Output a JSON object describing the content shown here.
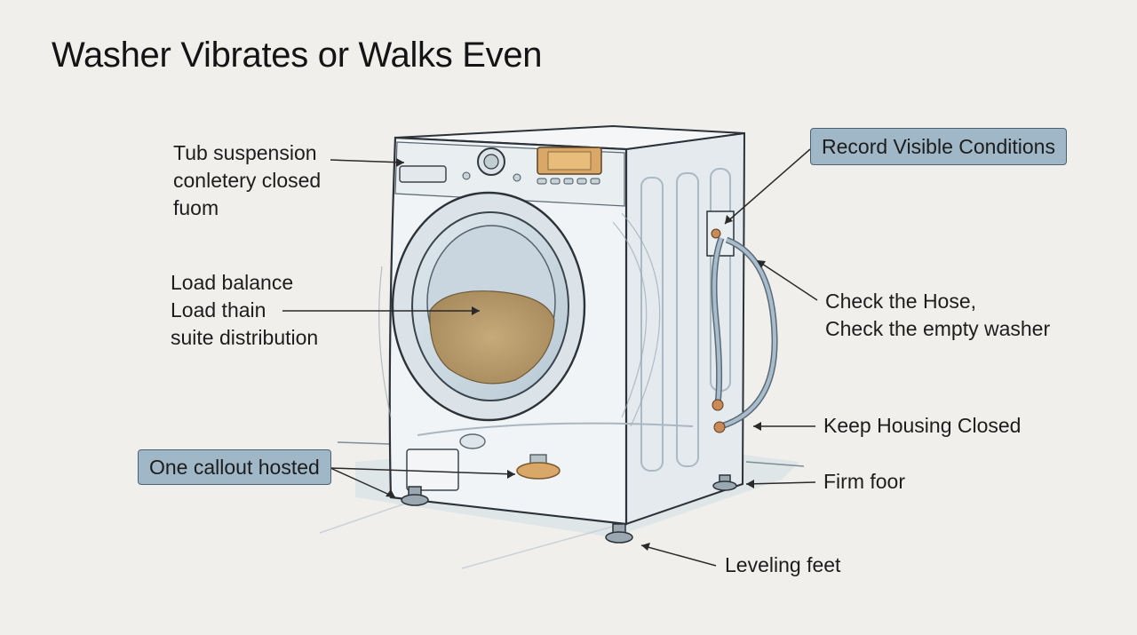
{
  "title": "Washer Vibrates or Walks Even",
  "callouts": {
    "tub_suspension": [
      "Tub suspension",
      "conletery closed",
      "fuom"
    ],
    "load_balance": [
      "Load balance",
      "Load thain",
      "suite distribution"
    ],
    "one_callout": "One callout hosted",
    "record_visible": "Record Visible Conditions",
    "check_hose": [
      "Check the Hose,",
      "Check the empty washer"
    ],
    "keep_housing": "Keep Housing Closed",
    "firm_floor": "Firm foor",
    "leveling_feet": "Leveling feet"
  },
  "colors": {
    "background": "#f0efec",
    "tag_fill": "#9fb7c6",
    "tag_border": "#4d6270",
    "washer_body": "#eef1f3",
    "washer_shade": "#c9d6df",
    "laundry": "#b79a6a",
    "display": "#d9a868"
  }
}
